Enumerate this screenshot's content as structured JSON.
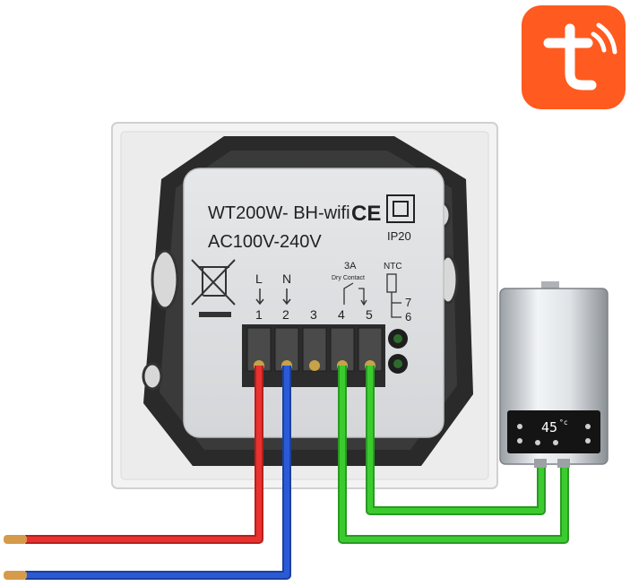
{
  "brand": {
    "name": "tuya-logo",
    "color": "#ff5a1f"
  },
  "device": {
    "model": "WT200W- BH-wifi",
    "ce_mark": "CE",
    "ip_rating": "IP20",
    "voltage": "AC100V-240V",
    "relay_rating": "3A",
    "relay_label": "Dry Contact",
    "sensor_label": "NTC",
    "terminals": [
      {
        "number": "1",
        "label": "L"
      },
      {
        "number": "2",
        "label": "N"
      },
      {
        "number": "3",
        "label": ""
      },
      {
        "number": "4",
        "label": ""
      },
      {
        "number": "5",
        "label": ""
      }
    ],
    "sensor_terminals": [
      "7",
      "6"
    ]
  },
  "boiler": {
    "display_value": "45",
    "display_unit": "°c"
  },
  "wires": {
    "live_color": "#e8322f",
    "neutral_color": "#2a5bd7",
    "contact_color": "#3ccb2f"
  }
}
